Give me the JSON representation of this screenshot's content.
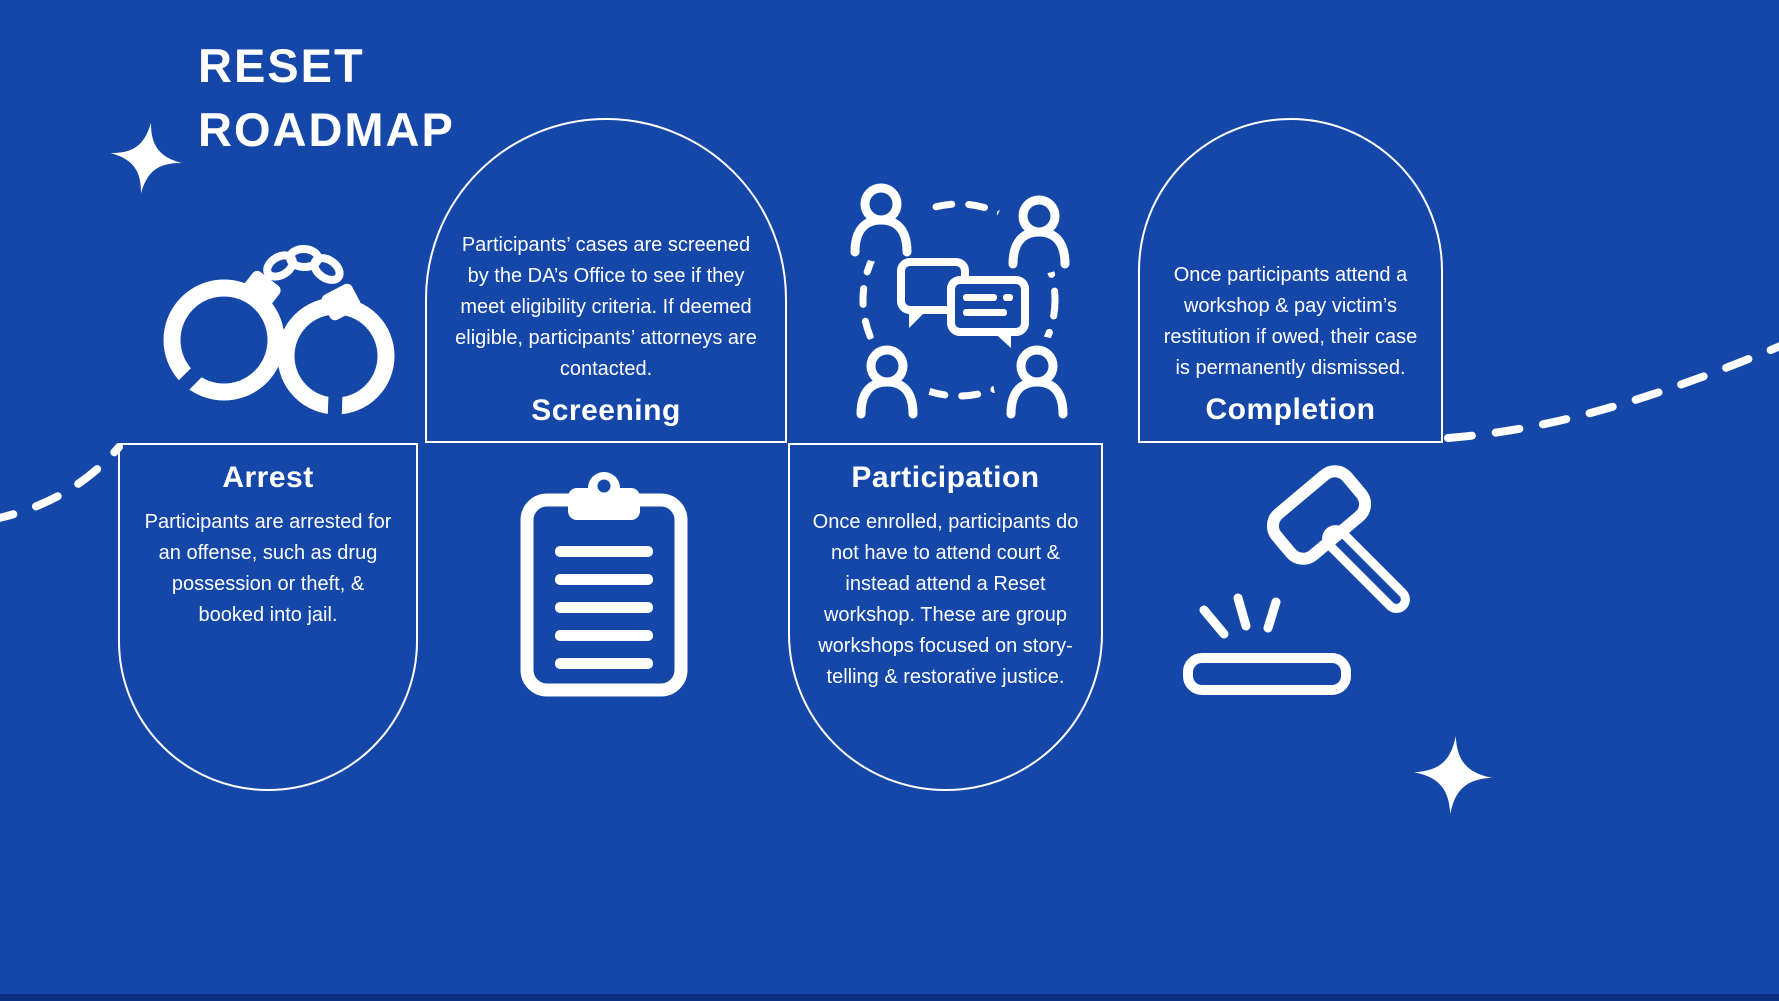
{
  "colors": {
    "background": "#1547A9",
    "text": "#FFFFFF"
  },
  "title": {
    "line1": "RESET",
    "line2": "ROADMAP"
  },
  "stages": [
    {
      "id": "arrest",
      "name": "Arrest",
      "icon": "handcuffs-icon",
      "description": "Participants are arrested for an offense, such as drug possession or theft, & booked into jail."
    },
    {
      "id": "screening",
      "name": "Screening",
      "icon": "clipboard-icon",
      "description": "Participants’ cases are screened by the DA’s Office to see if they meet eligibility criteria. If deemed eligible, participants’ attorneys are contacted."
    },
    {
      "id": "participation",
      "name": "Participation",
      "icon": "group-discussion-icon",
      "description": "Once enrolled, participants do not have to attend court & instead attend a Reset workshop. These are group workshops focused on story-telling & restorative justice."
    },
    {
      "id": "completion",
      "name": "Completion",
      "icon": "gavel-icon",
      "description": "Once participants attend a workshop & pay victim’s restitution if owed, their case is permanently dismissed."
    }
  ],
  "decorations": {
    "sparkle_icons": [
      "sparkle-icon-top-left",
      "sparkle-icon-bottom-right"
    ],
    "path": "dashed-roadmap-path"
  }
}
